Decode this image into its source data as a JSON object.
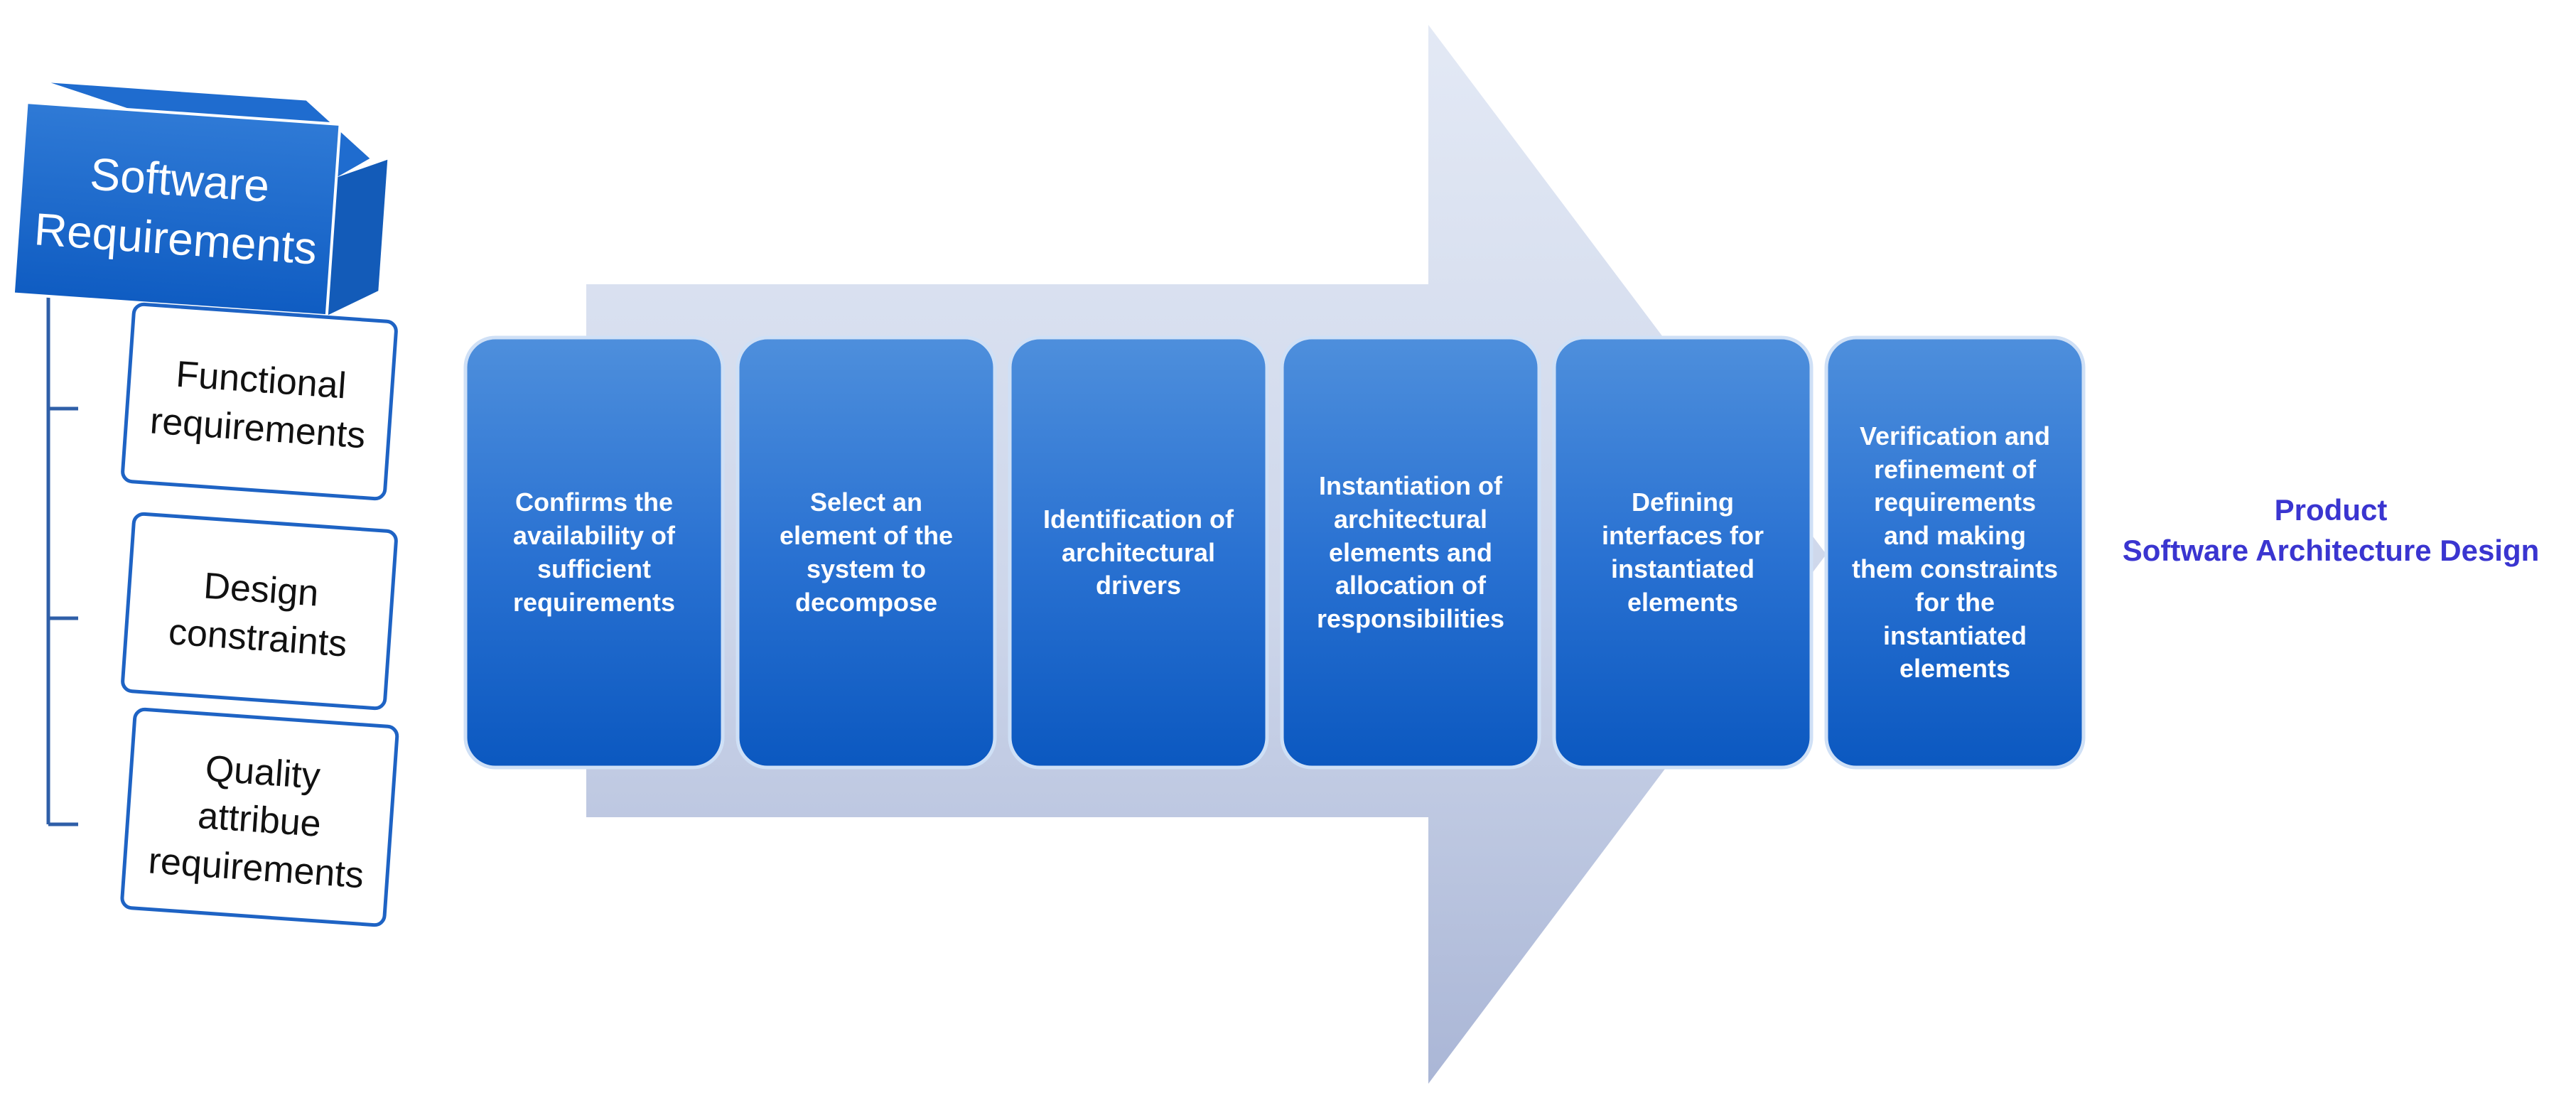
{
  "requirements": {
    "title": "Software\nRequirements",
    "items": [
      {
        "label": "Functional\nrequirements"
      },
      {
        "label": "Design\nconstraints"
      },
      {
        "label": "Quality\nattribue\nrequirements"
      }
    ]
  },
  "process": {
    "steps": [
      {
        "label": "Confirms the\navailability of\nsufficient\nrequirements"
      },
      {
        "label": "Select an\nelement of the\nsystem to\ndecompose"
      },
      {
        "label": "Identification of\narchitectural\ndrivers"
      },
      {
        "label": "Instantiation of\narchitectural\nelements and\nallocation of\nresponsibilities"
      },
      {
        "label": "Defining\ninterfaces for\ninstantiated\nelements"
      },
      {
        "label": "Verification and\nrefinement of\nrequirements\nand making\nthem constraints\nfor the\ninstantiated\nelements"
      }
    ]
  },
  "output": {
    "line1": "Product",
    "line2": "Software Architecture Design"
  },
  "colors": {
    "arrow_light": "#dfe6f3",
    "arrow_dark": "#b4c0dc",
    "box_top": "#4a8ad8",
    "box_bottom": "#0d5ec4",
    "box_border": "#1e63c4",
    "tree_line": "#2f5fa8",
    "product_text": "#3a35d0"
  }
}
